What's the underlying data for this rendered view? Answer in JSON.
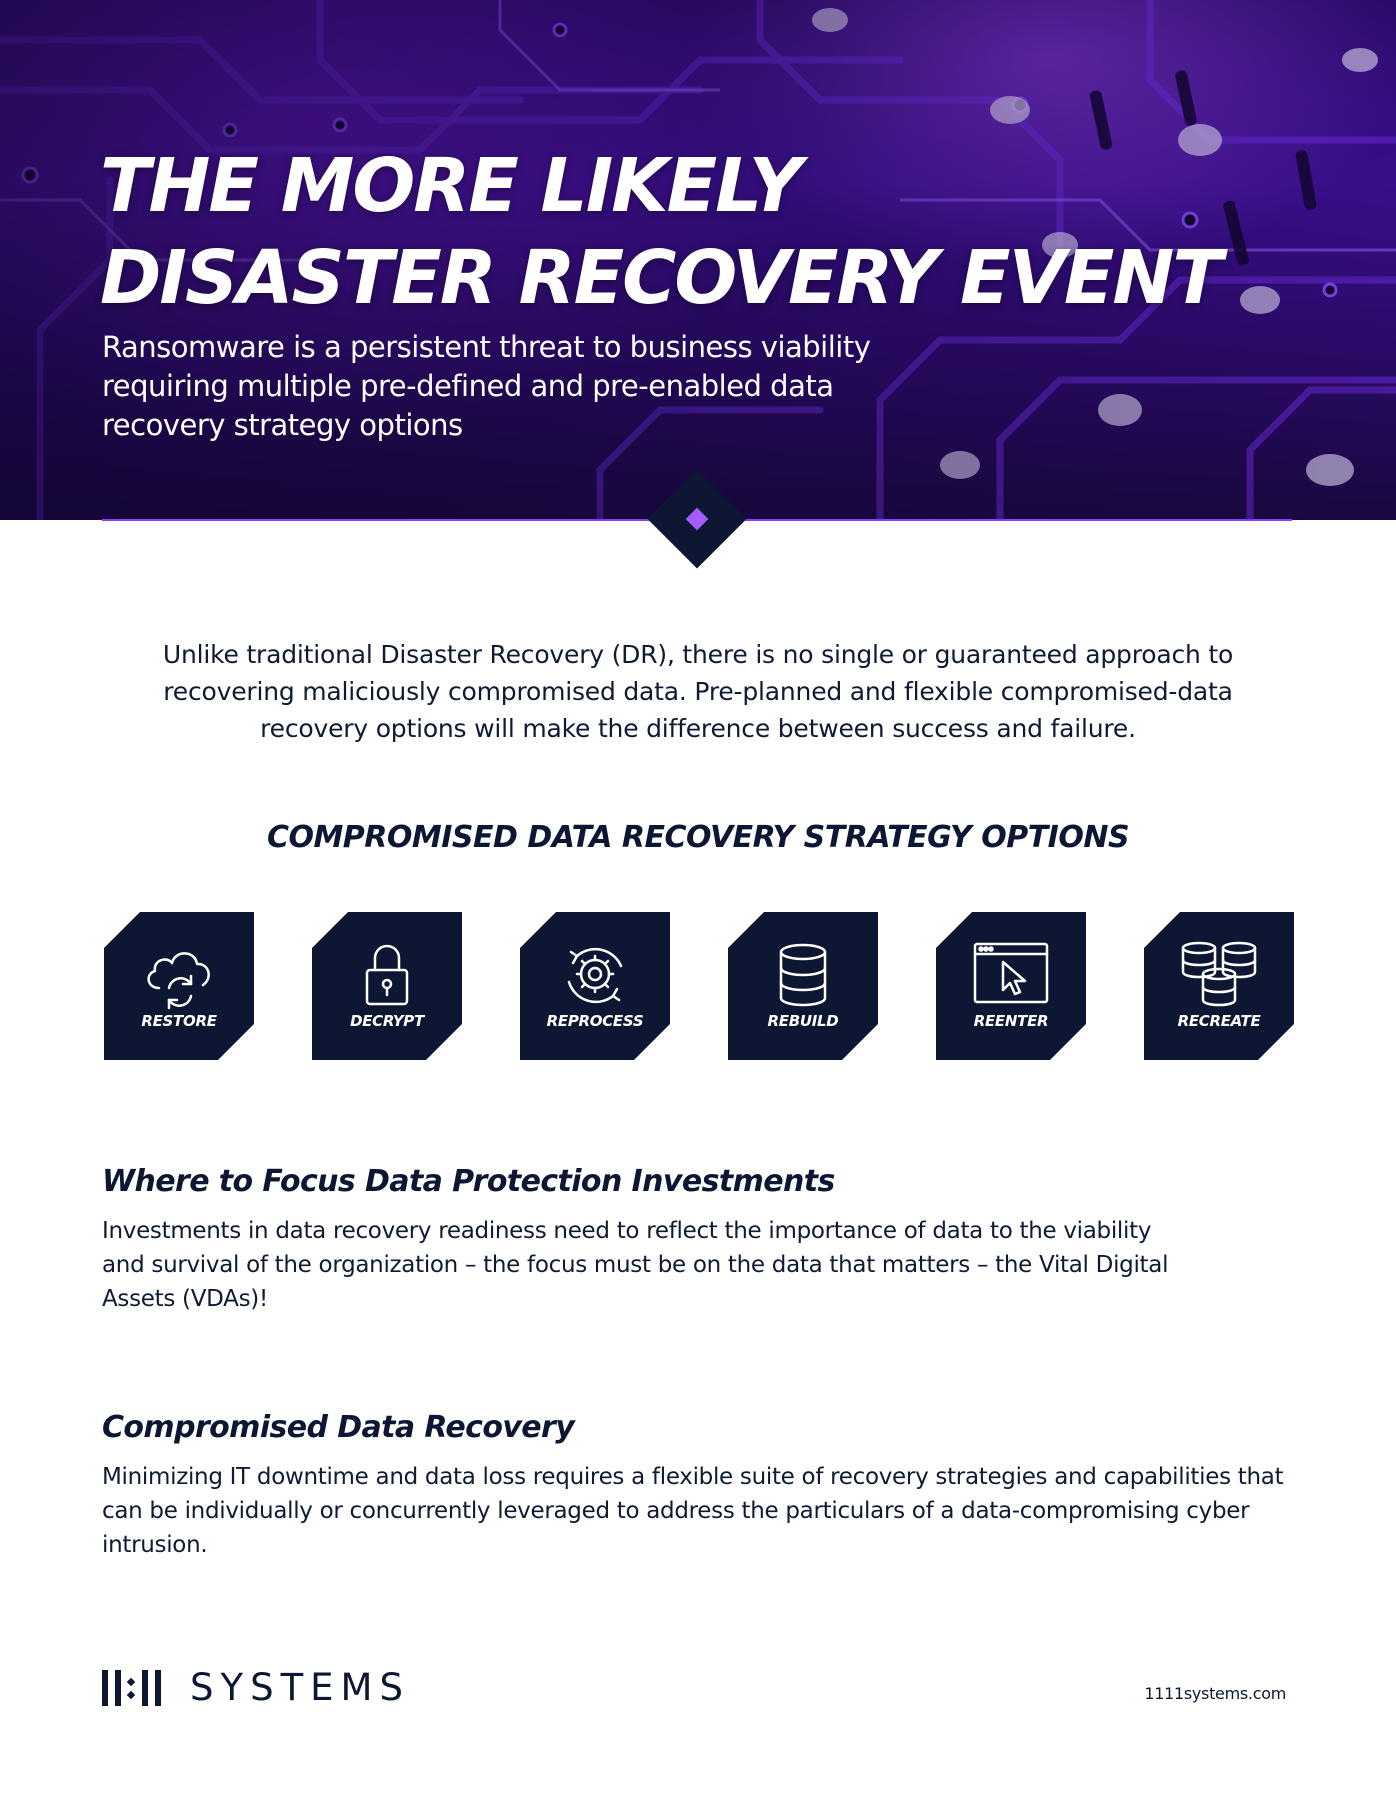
{
  "hero": {
    "title_line1": "THE MORE LIKELY",
    "title_line2": "DISASTER RECOVERY EVENT",
    "subtitle": "Ransomware is a persistent threat to business viability requiring multiple pre-defined and pre-enabled data recovery strategy options"
  },
  "intro": "Unlike traditional Disaster Recovery (DR), there is no single or guaranteed approach to recovering maliciously compromised data. Pre-planned and flexible compromised-data recovery options will make the difference between success and failure.",
  "options": {
    "heading": "COMPROMISED DATA RECOVERY STRATEGY OPTIONS",
    "items": [
      {
        "label": "RESTORE",
        "icon": "cloud-sync-icon"
      },
      {
        "label": "DECRYPT",
        "icon": "padlock-icon"
      },
      {
        "label": "REPROCESS",
        "icon": "gear-cycle-icon"
      },
      {
        "label": "REBUILD",
        "icon": "database-icon"
      },
      {
        "label": "REENTER",
        "icon": "browser-cursor-icon"
      },
      {
        "label": "RECREATE",
        "icon": "multi-database-icon"
      }
    ]
  },
  "sections": [
    {
      "title": "Where to Focus Data Protection Investments",
      "body": "Investments in data recovery readiness need to reflect the importance of data to the viability and survival of the organization – the focus must be on the data that matters – the Vital Digital Assets (VDAs)!"
    },
    {
      "title": "Compromised Data Recovery",
      "body": "Minimizing IT downtime and data loss requires a flexible suite of recovery strategies and capabilities that can be individually or concurrently leveraged to address the particulars of a data-compromising cyber intrusion."
    }
  ],
  "footer": {
    "brand": "SYSTEMS",
    "url": "1111systems.com"
  },
  "colors": {
    "navy": "#0d1733",
    "purple_accent": "#8a3dff",
    "hero_purple": "#3b0f8f"
  }
}
